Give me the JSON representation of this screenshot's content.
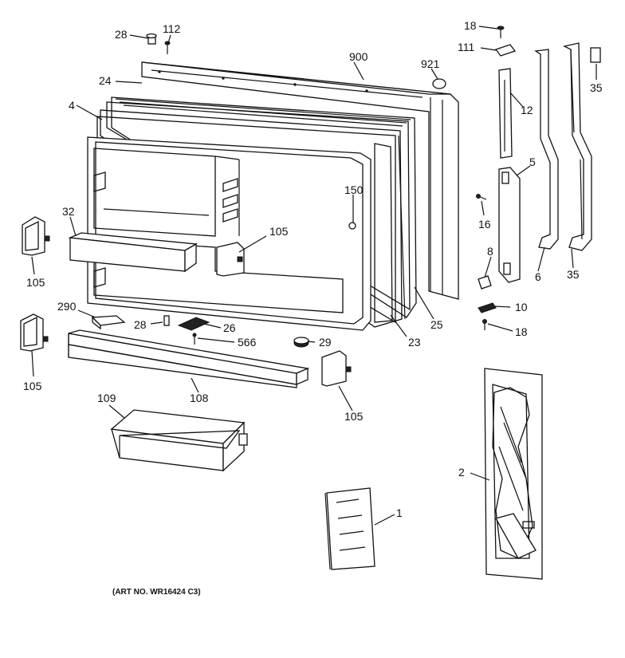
{
  "art_number": "(ART NO. WR16424 C3)",
  "callouts": {
    "c28a": "28",
    "c112": "112",
    "c900": "900",
    "c921": "921",
    "c24": "24",
    "c4": "4",
    "c18a": "18",
    "c111": "111",
    "c35a": "35",
    "c12": "12",
    "c5": "5",
    "c16": "16",
    "c150": "150",
    "c32": "32",
    "c105a": "105",
    "c105b": "105",
    "c105c": "105",
    "c105d": "105",
    "c8": "8",
    "c6": "6",
    "c35b": "35",
    "c10": "10",
    "c18b": "18",
    "c290": "290",
    "c28b": "28",
    "c26": "26",
    "c566": "566",
    "c29": "29",
    "c25": "25",
    "c23": "23",
    "c108": "108",
    "c109": "109",
    "c2": "2",
    "c1": "1"
  },
  "booklet_text": "......."
}
